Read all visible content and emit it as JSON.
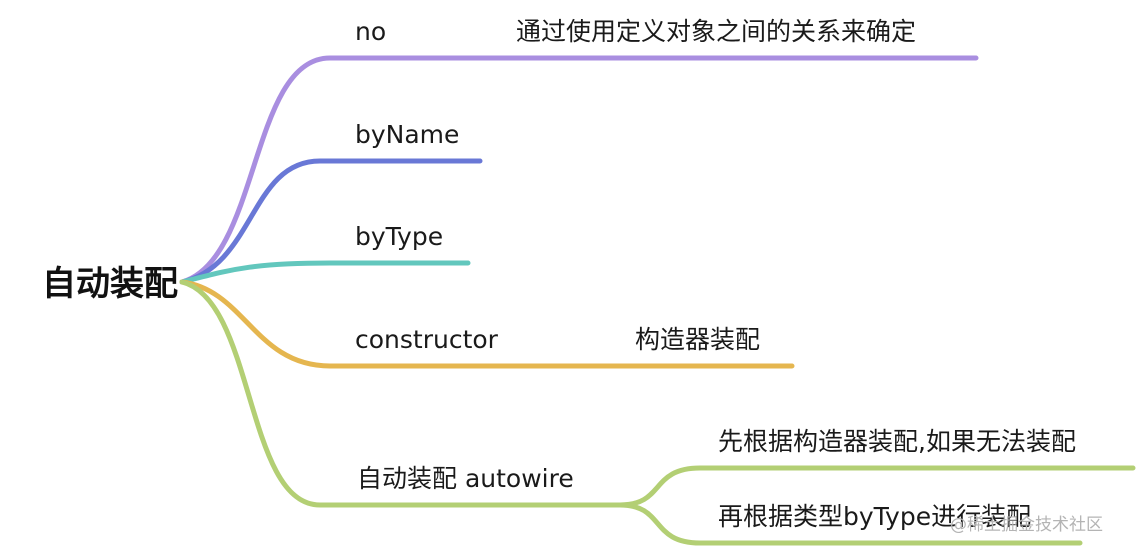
{
  "root": "自动装配",
  "branches": [
    {
      "label": "no",
      "note": "通过使用定义对象之间的关系来确定",
      "color": "#a98ee0"
    },
    {
      "label": "byName",
      "color": "#6978d6"
    },
    {
      "label": "byType",
      "color": "#62c7bd"
    },
    {
      "label": "constructor",
      "note": "构造器装配",
      "color": "#e5b64f"
    },
    {
      "label": "自动装配 autowire",
      "color": "#b3cf74",
      "children": [
        "先根据构造器装配,如果无法装配",
        "再根据类型byType进行装配"
      ]
    }
  ],
  "watermark": "@稀土掘金技术社区"
}
